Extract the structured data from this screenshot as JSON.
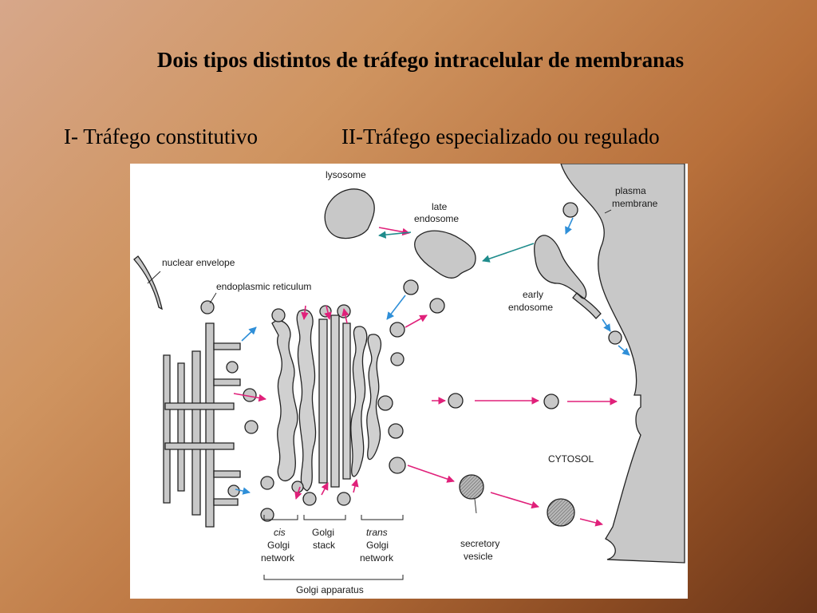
{
  "slide": {
    "title": "Dois tipos distintos de tráfego intracelular de membranas",
    "subtitle_left": "I- Tráfego constitutivo",
    "subtitle_right": "II-Tráfego especializado ou regulado"
  },
  "diagram": {
    "labels": {
      "lysosome": "lysosome",
      "late_endosome_1": "late",
      "late_endosome_2": "endosome",
      "plasma_membrane_1": "plasma",
      "plasma_membrane_2": "membrane",
      "nuclear_envelope": "nuclear envelope",
      "endoplasmic_reticulum": "endoplasmic reticulum",
      "early_endosome_1": "early",
      "early_endosome_2": "endosome",
      "cytosol": "CYTOSOL",
      "cis": "cis",
      "cis_golgi": "Golgi",
      "cis_network": "network",
      "golgi_stack_1": "Golgi",
      "golgi_stack_2": "stack",
      "trans": "trans",
      "trans_golgi": "Golgi",
      "trans_network": "network",
      "secretory_vesicle_1": "secretory",
      "secretory_vesicle_2": "vesicle",
      "golgi_apparatus": "Golgi apparatus"
    },
    "colors": {
      "membrane_fill": "#c8c8c8",
      "outline": "#222222",
      "pink_arrow": "#e0207a",
      "blue_arrow": "#2f8fd8",
      "teal_arrow": "#1f8c8c"
    }
  }
}
